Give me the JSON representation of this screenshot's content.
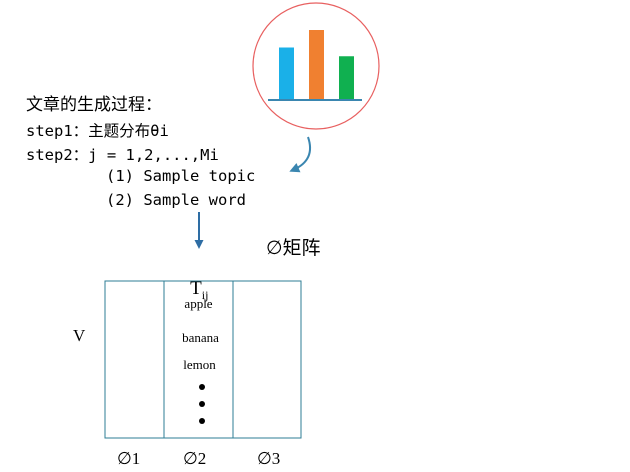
{
  "heading": "文章的生成过程：",
  "steps": {
    "step1": "step1：主题分布θi",
    "step2": "step2：j = 1,2,...,Mi",
    "sub1": "(1) Sample topic",
    "sub2": "(2) Sample word"
  },
  "matrix_title": "∅矩阵",
  "t_label": {
    "base": "T",
    "subscript": "ij"
  },
  "v_label": "V",
  "column_words": [
    "apple",
    "banana",
    "lemon"
  ],
  "column_labels": [
    "∅1",
    "∅2",
    "∅3"
  ],
  "colors": {
    "bar1": "#1ab0e8",
    "bar2": "#f08030",
    "bar3": "#10b050",
    "circle": "#e86060",
    "arrow": "#3a86b0",
    "grid": "#2e7d94"
  },
  "bar_chart_values": [
    3,
    4,
    2.5
  ]
}
